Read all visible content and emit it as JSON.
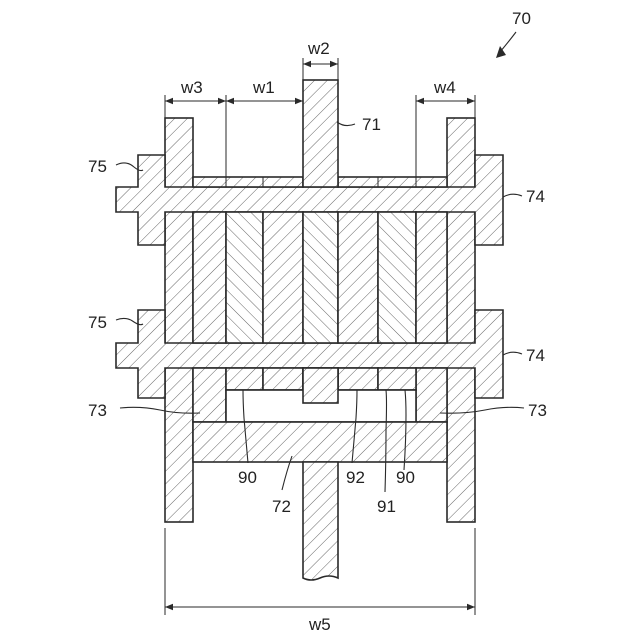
{
  "figure": {
    "ref_main": "70",
    "labels": {
      "w1": "w1",
      "w2": "w2",
      "w3": "w3",
      "w4": "w4",
      "w5": "w5",
      "r71": "71",
      "r72": "72",
      "r73_left": "73",
      "r73_right": "73",
      "r74_top": "74",
      "r74_bottom": "74",
      "r75_top": "75",
      "r75_bottom": "75",
      "r90_left": "90",
      "r90_right": "90",
      "r91": "91",
      "r92": "92"
    }
  }
}
